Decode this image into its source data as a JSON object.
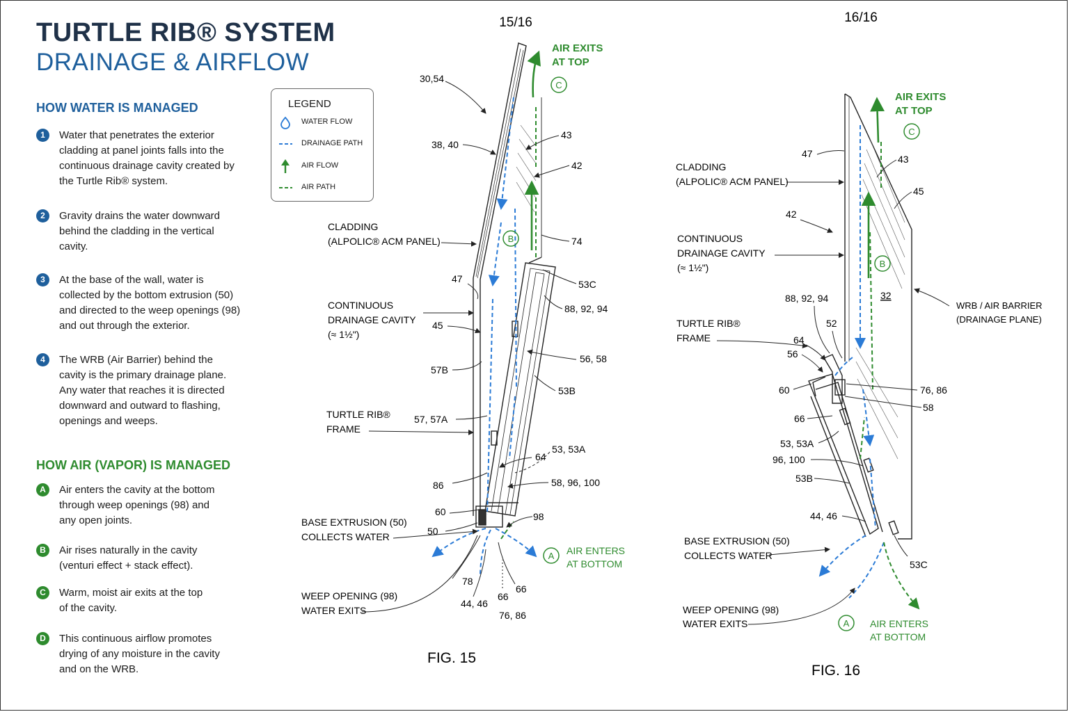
{
  "title": {
    "line1": "TURTLE RIB® SYSTEM",
    "line2": "DRAINAGE & AIRFLOW"
  },
  "water_section": {
    "heading": "HOW WATER IS MANAGED",
    "items": [
      {
        "badge": "1",
        "lines": [
          "Water that penetrates the exterior",
          "cladding at panel joints falls into the",
          "continuous drainage cavity created by",
          "the Turtle Rib® system."
        ]
      },
      {
        "badge": "2",
        "lines": [
          "Gravity drains the water downward",
          "behind the cladding in the vertical",
          "cavity."
        ]
      },
      {
        "badge": "3",
        "lines": [
          "At the base of the wall, water is",
          "collected by the bottom extrusion (50)",
          "and directed to the weep openings (98)",
          "and out through the exterior."
        ]
      },
      {
        "badge": "4",
        "lines": [
          "The WRB (Air Barrier) behind the",
          "cavity is the primary drainage plane.",
          "Any water that reaches it is directed",
          "downward and outward to flashing,",
          "openings and weeps."
        ]
      }
    ]
  },
  "air_section": {
    "heading": "HOW AIR (VAPOR) IS MANAGED",
    "items": [
      {
        "badge": "A",
        "lines": [
          "Air enters the cavity at the bottom",
          "through weep openings (98) and",
          "any open joints."
        ]
      },
      {
        "badge": "B",
        "lines": [
          "Air rises naturally in the cavity",
          "(venturi effect + stack effect)."
        ]
      },
      {
        "badge": "C",
        "lines": [
          "Warm, moist air exits at the top",
          "of the cavity."
        ]
      },
      {
        "badge": "D",
        "lines": [
          "This continuous airflow promotes",
          "drying of any moisture in the cavity",
          "and on the WRB."
        ]
      }
    ]
  },
  "legend": {
    "title": "LEGEND",
    "items": [
      "WATER FLOW",
      "DRAINAGE PATH",
      "AIR FLOW",
      "AIR PATH"
    ]
  },
  "colors": {
    "water": "#2b7bd6",
    "air": "#2e8b2e",
    "navy": "#1f3148",
    "heading_blue": "#1e5f9c"
  },
  "fig15": {
    "page": "15/16",
    "caption": "FIG. 15",
    "air_exits": [
      "AIR EXITS",
      "AT TOP"
    ],
    "air_enters": [
      "AIR ENTERS",
      "AT BOTTOM"
    ],
    "callouts": {
      "c3054": "30,54",
      "c3840": "38, 40",
      "c43": "43",
      "c42": "42",
      "c74": "74",
      "c47": "47",
      "c53c": "53C",
      "c889294": "88, 92, 94",
      "c45": "45",
      "c5658": "56, 58",
      "c57b": "57B",
      "c53b": "53B",
      "c5757a": "57, 57A",
      "c5353a": "53, 53A",
      "c64": "64",
      "c86": "86",
      "c5896100": "58, 96, 100",
      "c60": "60",
      "c98": "98",
      "c50": "50",
      "c78": "78",
      "c4446": "44, 46",
      "c66a": "66",
      "c66b": "66",
      "c7686": "76, 86"
    },
    "labels": {
      "cladding": [
        "CLADDING",
        "(ALPOLIC® ACM PANEL)"
      ],
      "cavity": [
        "CONTINUOUS",
        "DRAINAGE CAVITY",
        "(≈ 1½\")"
      ],
      "frame": [
        "TURTLE RIB®",
        "FRAME"
      ],
      "base": [
        "BASE EXTRUSION (50)",
        "COLLECTS WATER"
      ],
      "weep": [
        "WEEP OPENING (98)",
        "WATER EXITS"
      ]
    }
  },
  "fig16": {
    "page": "16/16",
    "caption": "FIG. 16",
    "air_exits": [
      "AIR EXITS",
      "AT TOP"
    ],
    "air_enters": [
      "AIR ENTERS",
      "AT BOTTOM"
    ],
    "callouts": {
      "c47": "47",
      "c43": "43",
      "c45": "45",
      "c42": "42",
      "c32": "32",
      "c889294": "88, 92, 94",
      "c52": "52",
      "c64": "64",
      "c56": "56",
      "c60": "60",
      "c7686": "76, 86",
      "c58": "58",
      "c66": "66",
      "c5353a": "53, 53A",
      "c96100": "96, 100",
      "c53b": "53B",
      "c4446": "44, 46",
      "c53c": "53C"
    },
    "labels": {
      "cladding": [
        "CLADDING",
        "(ALPOLIC® ACM PANEL)"
      ],
      "cavity": [
        "CONTINUOUS",
        "DRAINAGE CAVITY",
        "(≈ 1½\")"
      ],
      "frame": [
        "TURTLE RIB®",
        "FRAME"
      ],
      "wrb": [
        "WRB / AIR BARRIER",
        "(DRAINAGE PLANE)"
      ],
      "base": [
        "BASE EXTRUSION (50)",
        "COLLECTS WATER"
      ],
      "weep": [
        "WEEP OPENING (98)",
        "WATER EXITS"
      ]
    }
  }
}
